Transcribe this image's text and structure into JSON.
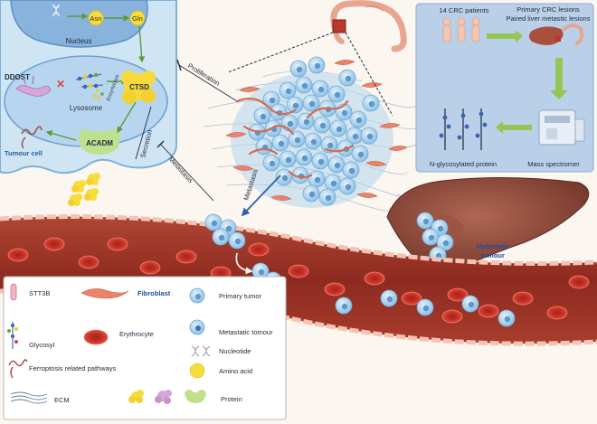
{
  "cell": {
    "asn": "Asn",
    "gln": "Gln",
    "nucleus": "Nucleus",
    "ddost": "DDOST",
    "ctsd": "CTSD",
    "enzymolysis": "Enzymolysis",
    "lysosome": "Lysosome",
    "acadm": "ACADM",
    "tumour_cell": "Tumour cell",
    "secretion": "Secretion"
  },
  "arrows": {
    "proliferation": "Proliferation",
    "metastasis_left": "Metastasis",
    "metastasis_center": "Metastasis"
  },
  "workflow": {
    "patients": "14 CRC patients",
    "lesions_primary": "Primary CRC lesions",
    "lesions_paired": "Paired liver metastic lesions",
    "protein": "N-glycosylated protein",
    "spectrometer": "Mass spectromer"
  },
  "liver": {
    "label_line1": "Metastatic",
    "label_line2": "tumour"
  },
  "legend": {
    "stt3b": "STT3B",
    "fibroblast": "Fibroblast",
    "primary_tumor": "Primary tumor",
    "glycosyl": "Glycosyl",
    "erythrocyte": "Erythrocyte",
    "metastatic_tumour": "Metastatic tomour",
    "nucleotide": "Nucleotide",
    "ferroptosis": "Ferroptosis related pathways",
    "amino_acid": "Amino acid",
    "ecm": "ECM",
    "protein": "Protein"
  },
  "colors": {
    "cell_fill": "#cfe5f4",
    "workflow_bg": "#b9d0e8",
    "vessel": "#8a2d22",
    "erythrocyte": "#d63a2c",
    "fibroblast": "#e9836a",
    "tumor": "#9fcbea",
    "ctsd": "#f7d93a",
    "acadm": "#bfe08e",
    "liver": "#8c4a3c",
    "arrow_green": "#94c653",
    "arrow_blue": "#2f62a8"
  }
}
